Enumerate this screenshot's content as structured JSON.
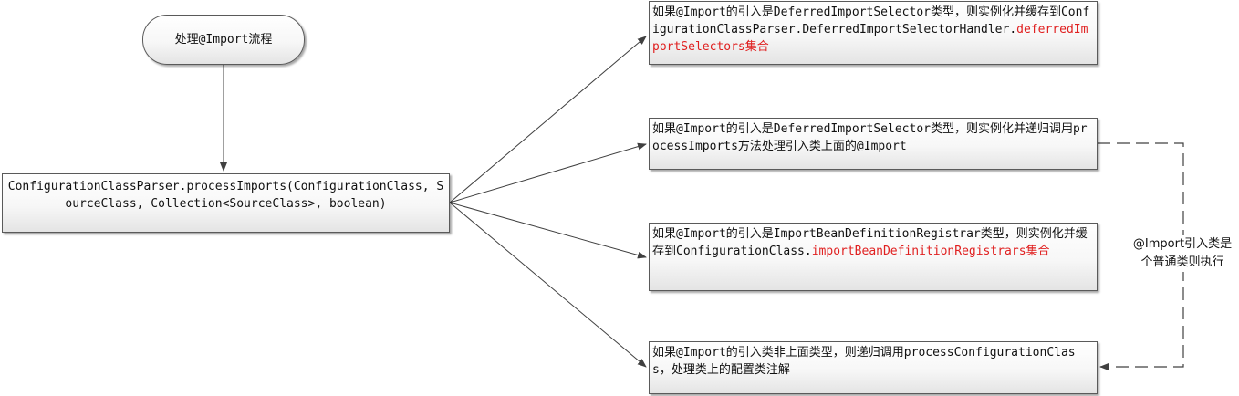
{
  "diagram": {
    "start": {
      "label": "处理@Import流程"
    },
    "main_call": {
      "label": "ConfigurationClassParser.processImports(ConfigurationClass, SourceClass, Collection<SourceClass>, boolean)"
    },
    "branches": {
      "deferred_cache": {
        "text": "如果@Import的引入是DeferredImportSelector类型，则实例化并缓存到ConfigurationClassParser.DeferredImportSelectorHandler.",
        "highlight": "deferredImportSelectors",
        "tail": "集合"
      },
      "deferred_recursive": {
        "text": "如果@Import的引入是DeferredImportSelector类型，则实例化并递归调用processImports方法处理引入类上面的@Import"
      },
      "registrar": {
        "text": "如果@Import的引入是ImportBeanDefinitionRegistrar类型，则实例化并缓存到ConfigurationClass.",
        "highlight": "importBeanDefinitionRegistrars",
        "tail": "集合"
      },
      "other": {
        "text": "如果@Import的引入类非上面类型，则递归调用processConfigurationClass，处理类上的配置类注解"
      }
    },
    "loop_label": {
      "line1": "@Import引入类是",
      "line2": "个普通类则执行"
    },
    "colors": {
      "border": "#5a5a5a",
      "line": "#404040",
      "highlight": "#e02020",
      "text": "#111111"
    }
  }
}
